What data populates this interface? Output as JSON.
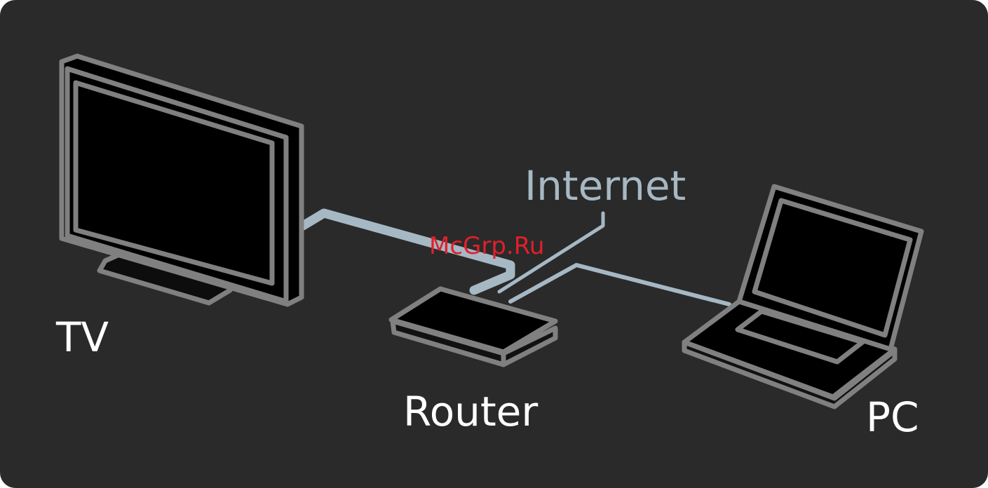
{
  "labels": {
    "tv": "TV",
    "router": "Router",
    "internet": "Internet",
    "pc": "PC"
  },
  "watermark": "McGrp.Ru",
  "colors": {
    "background": "#2a2a2a",
    "device_outline": "#808080",
    "device_fill": "#000000",
    "cable": "#a6b8c4",
    "label": "#ffffff",
    "internet_label": "#a6b8c4",
    "watermark": "#e0202a"
  }
}
